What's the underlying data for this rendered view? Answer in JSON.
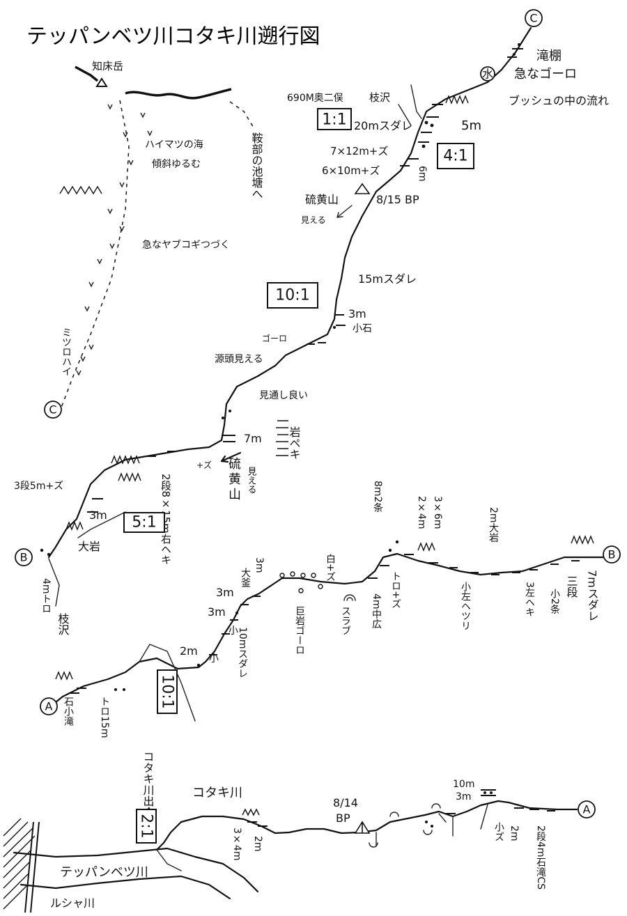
{
  "title": "テッパンベツ川コタキ川遡行図",
  "markers": {
    "a": "A",
    "b": "B",
    "c": "C"
  },
  "top_area": {
    "peak": "知床岳",
    "haimatsu": "ハイマツの海",
    "slope": "傾斜ゆるむ",
    "yabu": "急なヤブコギつづく",
    "pond": "鞍部の池塘へ",
    "descent": "ミツロハイ"
  },
  "upper_stream": {
    "taki_tana": "滝棚",
    "steep_goro": "急なゴーロ",
    "water": "水",
    "bush": "ブッシュの中の流れ",
    "fork": "690M奥二俣",
    "branch": "枝沢",
    "f_20m": "20mスダレ",
    "f_5m": "5m",
    "f_7x12": "7×12m+ズ",
    "f_6x10": "6×10m+ズ",
    "f_6m": "6m",
    "iozan1": "硫黄山",
    "mieru1": "見える",
    "bivouac_815": "8/15 BP",
    "f_15m": "15mスダレ",
    "f_3m_a": "3m",
    "koishi": "小石",
    "goro": "ゴーロ",
    "genryu": "源頭見える",
    "miharashi": "見通し良い",
    "f_7m": "7m",
    "iwa_peki": "岩ペキ",
    "iozan2_a": "硫",
    "iozan2_b": "黄",
    "iozan2_c": "山",
    "mieru2": "見える",
    "plus_z": "+ズ",
    "f_2dan": "2段8×15m右ヘキ",
    "f_3dan": "3段5m+ズ",
    "f_3m_b": "3m",
    "oiwa": "大岩",
    "branch_b": "枝沢",
    "toro_4m": "4mトロ"
  },
  "middle_stream": {
    "f_8m": "8m2条",
    "f_3x6": "3×6m",
    "f_2x4": "2×4m",
    "f_2m_oiwa": "2m大岩",
    "f_7m_sudare": "7mスダレ",
    "sanpo": "三段",
    "ko_2jo": "小2条",
    "hidari_heki": "3左ヘキ",
    "ko_hidari": "小左ヘツリ",
    "toro_z": "トロ+ズ",
    "shiro_z": "白+ズ",
    "f_4m_naka": "4m中広",
    "slab": "スラブ",
    "kyogan": "巨岩ゴーロ",
    "f_3m_a": "3m",
    "taigen": "大釜",
    "f_3m_b": "3m",
    "f_3m_c": "3m",
    "f_10m_sudare": "10mスダレ",
    "ko1": "小",
    "f_2m": "2m",
    "ko2": "小",
    "f_toro15": "トロ15m",
    "ishi_taki": "石小滝"
  },
  "lower_stream": {
    "kotaki_mouth": "コタキ川出合",
    "kotaki": "コタキ川",
    "teppanbetsu": "テッパンベツ川",
    "rusha": "ルシャ川",
    "bivouac_814_a": "8/14",
    "bivouac_814_b": "BP",
    "f_3x4": "3×4m",
    "f_2m": "2m",
    "f_10m": "10m",
    "f_3m": "3m",
    "ko_z": "小ズ",
    "f_2m_b": "2m",
    "f_2dan_cs": "2段4m石滝CS"
  },
  "ratios": {
    "r1": "1:1",
    "r2": "4:1",
    "r3": "10:1",
    "r4": "5:1",
    "r5": "10:1",
    "r6": "2:1"
  }
}
